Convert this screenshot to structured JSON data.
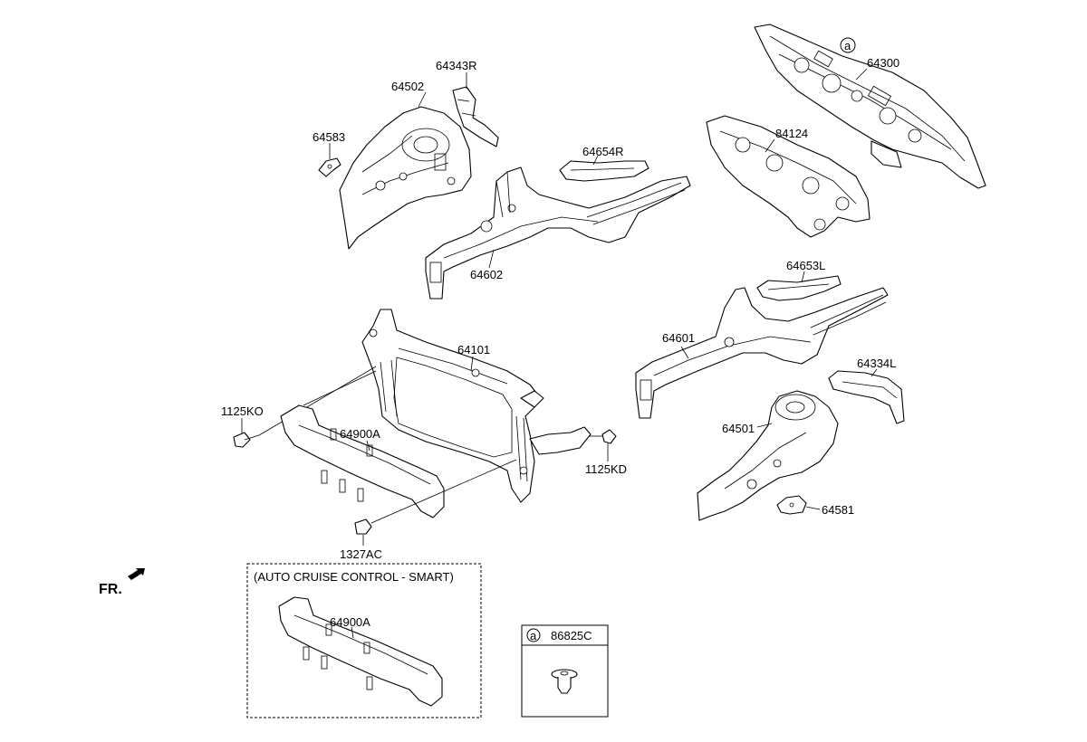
{
  "parts": {
    "p64300": "64300",
    "p84124": "84124",
    "p64343R": "64343R",
    "p64502": "64502",
    "p64583": "64583",
    "p64654R": "64654R",
    "p64602": "64602",
    "p64653L": "64653L",
    "p64601": "64601",
    "p64334L": "64334L",
    "p64501": "64501",
    "p64581": "64581",
    "p64101": "64101",
    "p1125KO": "1125KO",
    "p64900A": "64900A",
    "p1125KD": "1125KD",
    "p1327AC": "1327AC",
    "p64900A_smart": "64900A",
    "p86825C": "86825C"
  },
  "callout": {
    "marker": "a"
  },
  "options": {
    "smart_cruise_title": "(AUTO CRUISE CONTROL - SMART)"
  },
  "direction": {
    "label": "FR."
  }
}
